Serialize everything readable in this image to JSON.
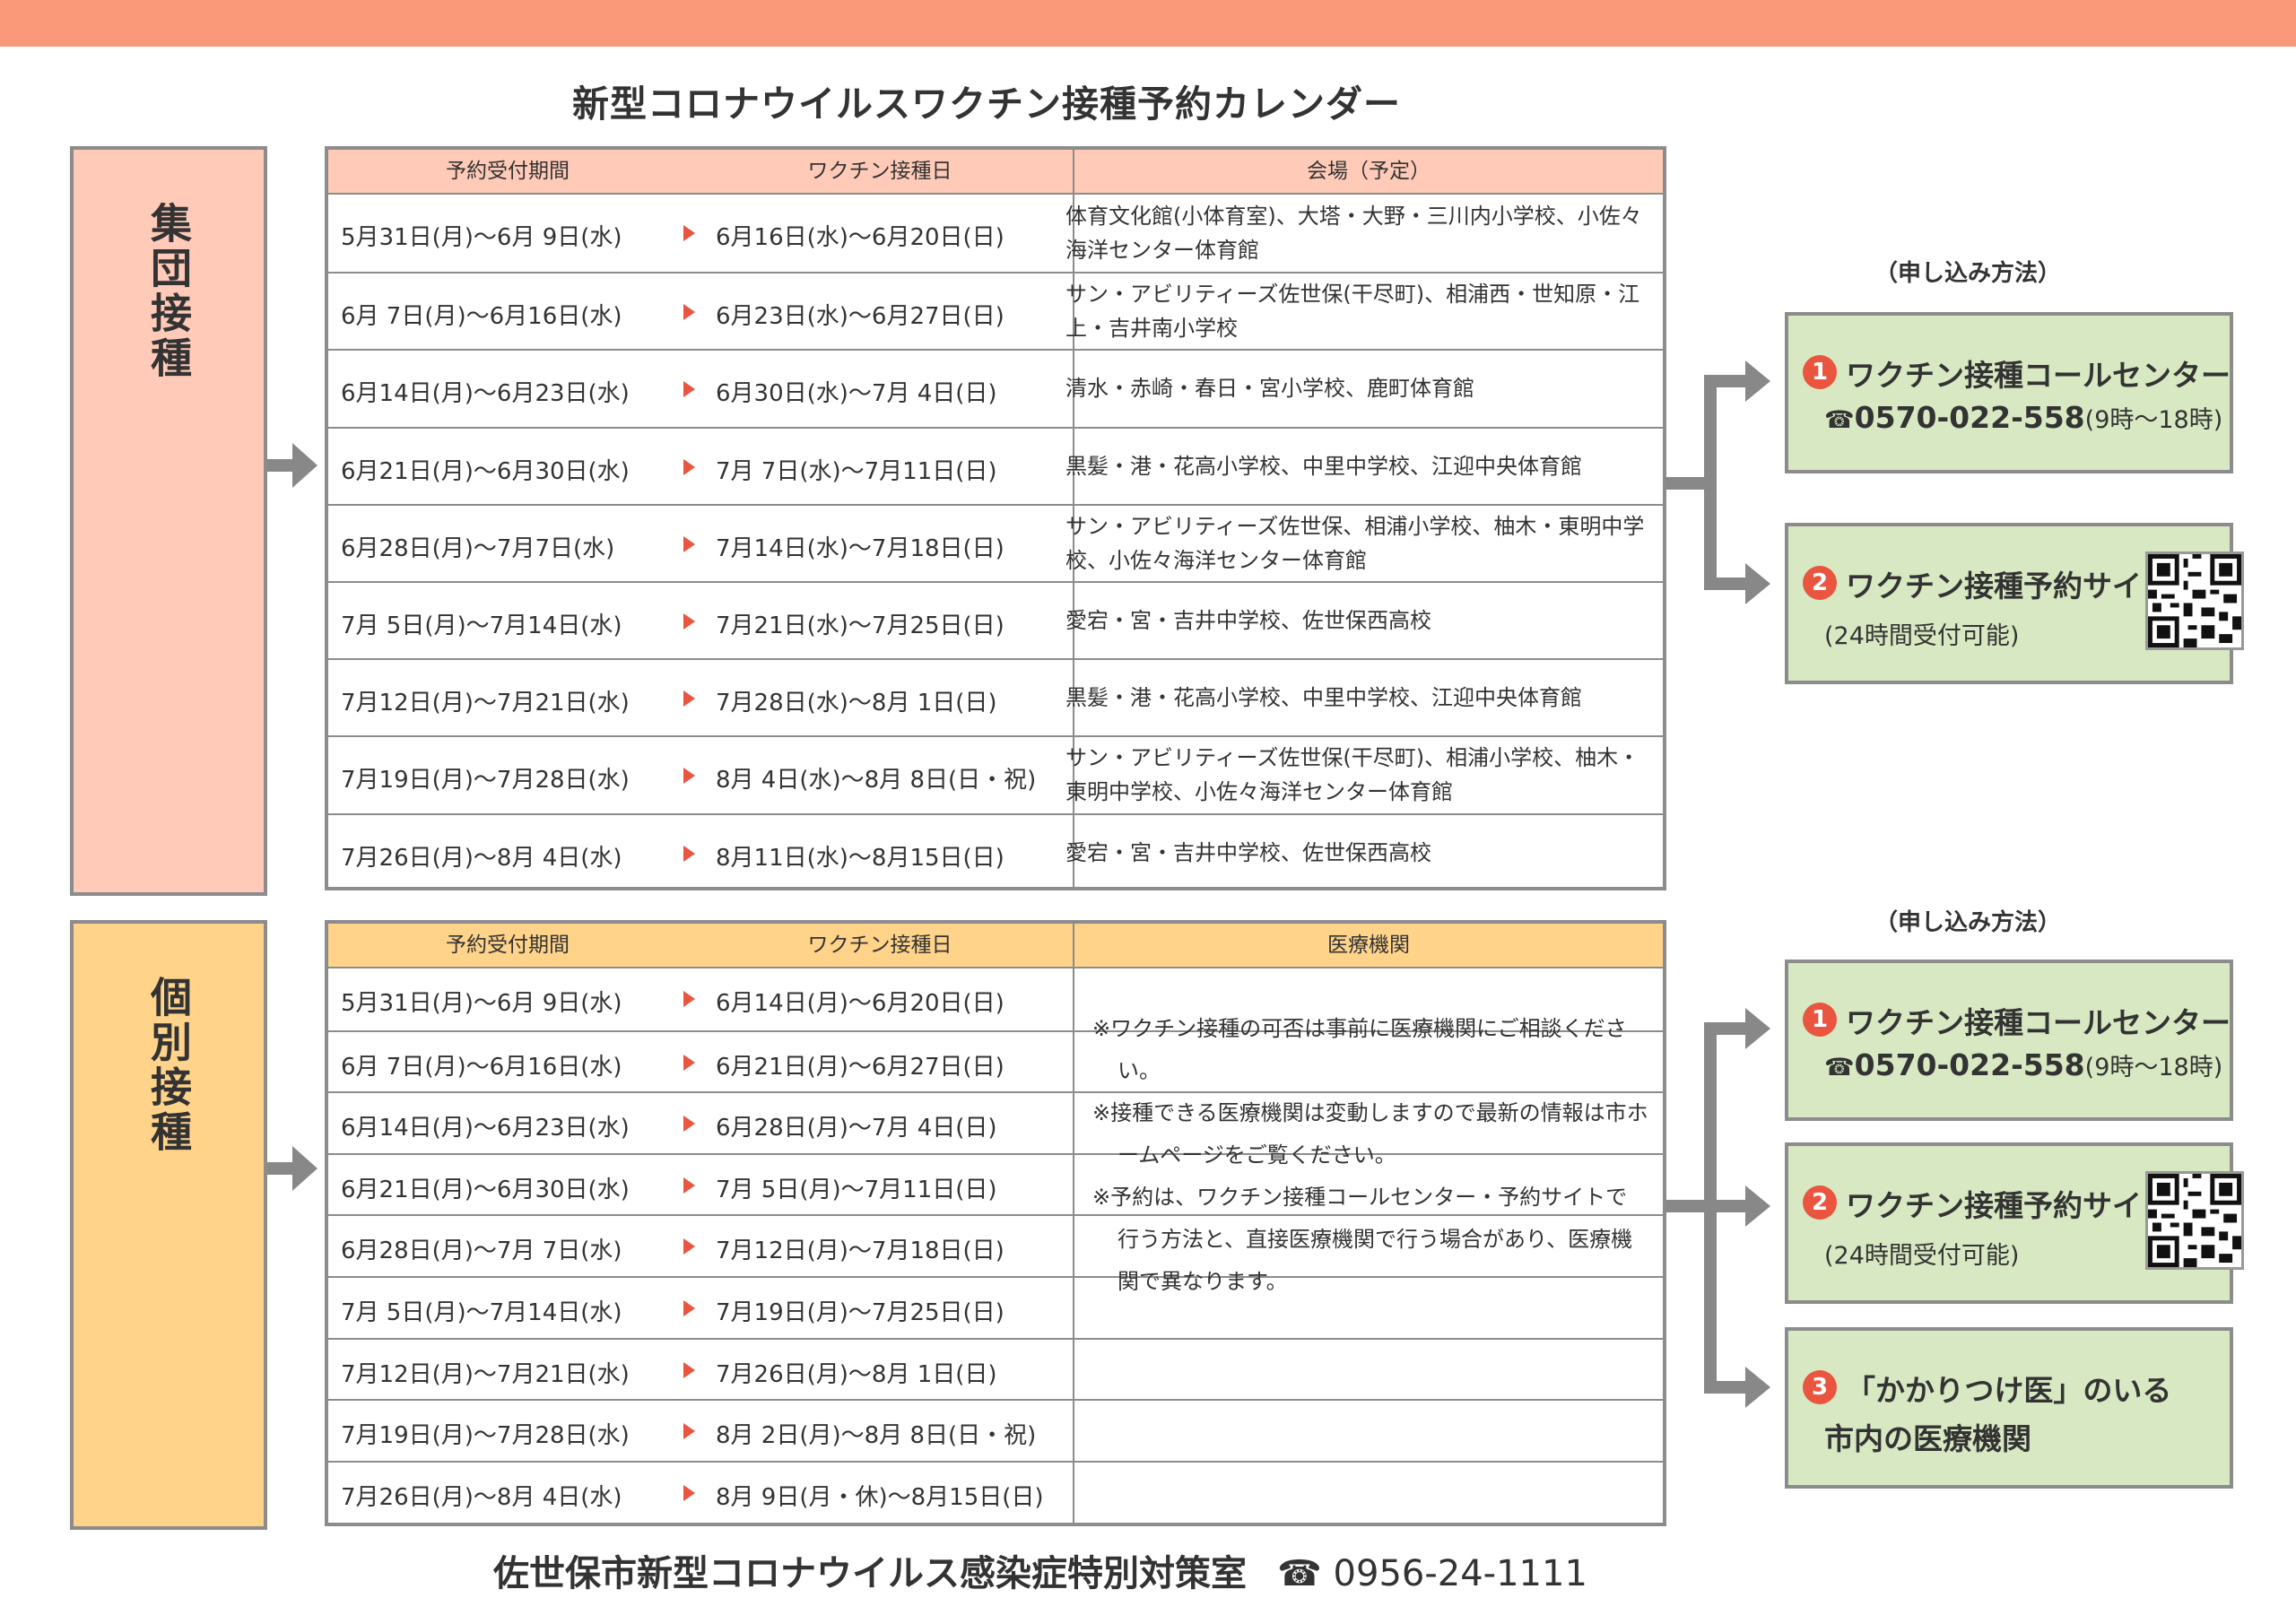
{
  "title": "新型コロナウイルスワクチン接種予約カレンダー",
  "colors": {
    "top_bar": "#f9997a",
    "group_accent": "#ffcbb8",
    "individual_accent": "#ffd38a",
    "method_box": "#d7e8c2",
    "badge": "#e9553f"
  },
  "group": {
    "label": "集団接種",
    "headers": {
      "period": "予約受付期間",
      "date": "ワクチン接種日",
      "venue": "会場（予定）"
    },
    "rows": [
      {
        "period": "5月31日(月)〜6月 9日(水)",
        "date": "6月16日(水)〜6月20日(日)",
        "venue": "体育文化館(小体育室)、大塔・大野・三川内小学校、小佐々海洋センター体育館"
      },
      {
        "period": "6月 7日(月)〜6月16日(水)",
        "date": "6月23日(水)〜6月27日(日)",
        "venue": "サン・アビリティーズ佐世保(干尽町)、相浦西・世知原・江上・吉井南小学校"
      },
      {
        "period": "6月14日(月)〜6月23日(水)",
        "date": "6月30日(水)〜7月 4日(日)",
        "venue": "清水・赤崎・春日・宮小学校、鹿町体育館"
      },
      {
        "period": "6月21日(月)〜6月30日(水)",
        "date": "7月 7日(水)〜7月11日(日)",
        "venue": "黒髪・港・花高小学校、中里中学校、江迎中央体育館"
      },
      {
        "period": "6月28日(月)〜7月7日(水)",
        "date": "7月14日(水)〜7月18日(日)",
        "venue": "サン・アビリティーズ佐世保、相浦小学校、柚木・東明中学校、小佐々海洋センター体育館"
      },
      {
        "period": "7月 5日(月)〜7月14日(水)",
        "date": "7月21日(水)〜7月25日(日)",
        "venue": "愛宕・宮・吉井中学校、佐世保西高校"
      },
      {
        "period": "7月12日(月)〜7月21日(水)",
        "date": "7月28日(水)〜8月 1日(日)",
        "venue": "黒髪・港・花高小学校、中里中学校、江迎中央体育館"
      },
      {
        "period": "7月19日(月)〜7月28日(水)",
        "date": "8月 4日(水)〜8月 8日(日・祝)",
        "venue": "サン・アビリティーズ佐世保(干尽町)、相浦小学校、柚木・東明中学校、小佐々海洋センター体育館"
      },
      {
        "period": "7月26日(月)〜8月 4日(水)",
        "date": "8月11日(水)〜8月15日(日)",
        "venue": "愛宕・宮・吉井中学校、佐世保西高校"
      }
    ],
    "method_heading": "（申し込み方法）",
    "methods": [
      {
        "num": "1",
        "title": "ワクチン接種コールセンター",
        "phone_icon": "☎",
        "phone": "0570-022-558",
        "hours": "(9時〜18時)"
      },
      {
        "num": "2",
        "title": "ワクチン接種予約サイト",
        "note": "(24時間受付可能)",
        "qr_icon": "qr-code-icon"
      }
    ]
  },
  "individual": {
    "label": "個別接種",
    "headers": {
      "period": "予約受付期間",
      "date": "ワクチン接種日",
      "venue": "医療機関"
    },
    "rows": [
      {
        "period": "5月31日(月)〜6月 9日(水)",
        "date": "6月14日(月)〜6月20日(日)"
      },
      {
        "period": "6月 7日(月)〜6月16日(水)",
        "date": "6月21日(月)〜6月27日(日)"
      },
      {
        "period": "6月14日(月)〜6月23日(水)",
        "date": "6月28日(月)〜7月 4日(日)"
      },
      {
        "period": "6月21日(月)〜6月30日(水)",
        "date": "7月 5日(月)〜7月11日(日)"
      },
      {
        "period": "6月28日(月)〜7月 7日(水)",
        "date": "7月12日(月)〜7月18日(日)"
      },
      {
        "period": "7月 5日(月)〜7月14日(水)",
        "date": "7月19日(月)〜7月25日(日)"
      },
      {
        "period": "7月12日(月)〜7月21日(水)",
        "date": "7月26日(月)〜8月 1日(日)"
      },
      {
        "period": "7月19日(月)〜7月28日(水)",
        "date": "8月 2日(月)〜8月 8日(日・祝)"
      },
      {
        "period": "7月26日(月)〜8月 4日(水)",
        "date": "8月 9日(月・休)〜8月15日(日)"
      }
    ],
    "notes": [
      "※ワクチン接種の可否は事前に医療機関にご相談ください。",
      "※接種できる医療機関は変動しますので最新の情報は市ホームページをご覧ください。",
      "※予約は、ワクチン接種コールセンター・予約サイトで行う方法と、直接医療機関で行う場合があり、医療機関で異なります。"
    ],
    "method_heading": "（申し込み方法）",
    "methods": [
      {
        "num": "1",
        "title": "ワクチン接種コールセンター",
        "phone_icon": "☎",
        "phone": "0570-022-558",
        "hours": "(9時〜18時)"
      },
      {
        "num": "2",
        "title": "ワクチン接種予約サイト",
        "note": "(24時間受付可能)",
        "qr_icon": "qr-code-icon"
      },
      {
        "num": "3",
        "title": "「かかりつけ医」のいる",
        "line2": "市内の医療機関"
      }
    ]
  },
  "footer": {
    "office": "佐世保市新型コロナウイルス感染症特別対策室",
    "phone_icon": "☎",
    "phone": "0956-24-1111"
  }
}
